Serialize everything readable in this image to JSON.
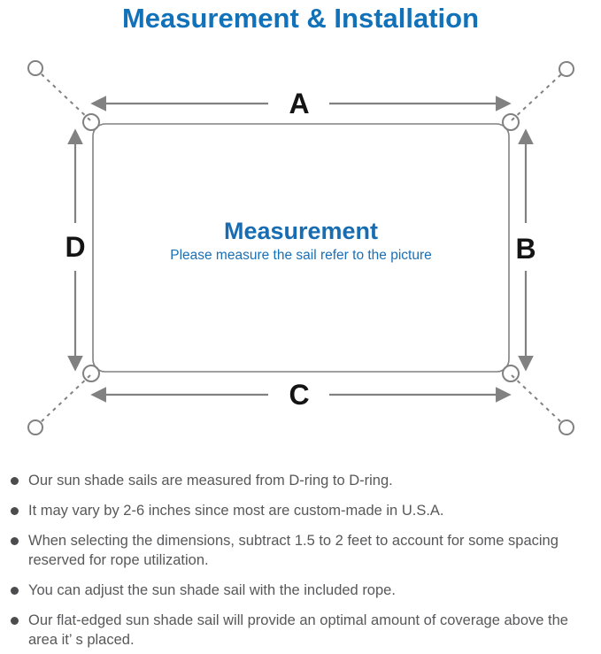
{
  "title": "Measurement & Installation",
  "diagram": {
    "side_top_label": "A",
    "side_right_label": "B",
    "side_bottom_label": "C",
    "side_left_label": "D",
    "center_title": "Measurement",
    "center_subtitle": "Please measure the sail refer to the picture"
  },
  "notes": [
    "Our sun shade sails are measured from D-ring to D-ring.",
    "It may vary by 2-6 inches since most are custom-made in U.S.A.",
    "When selecting the dimensions, subtract 1.5 to 2 feet to account for some spacing reserved for rope utilization.",
    "You can adjust the sun shade sail with the included rope.",
    "Our flat-edged sun shade sail will provide an optimal amount of coverage above the area it’ s placed."
  ],
  "colors": {
    "accent_blue": "#1172b9",
    "center_text_blue": "#176cb2",
    "diagram_line_gray": "#818181",
    "note_text_gray": "#58585a"
  }
}
